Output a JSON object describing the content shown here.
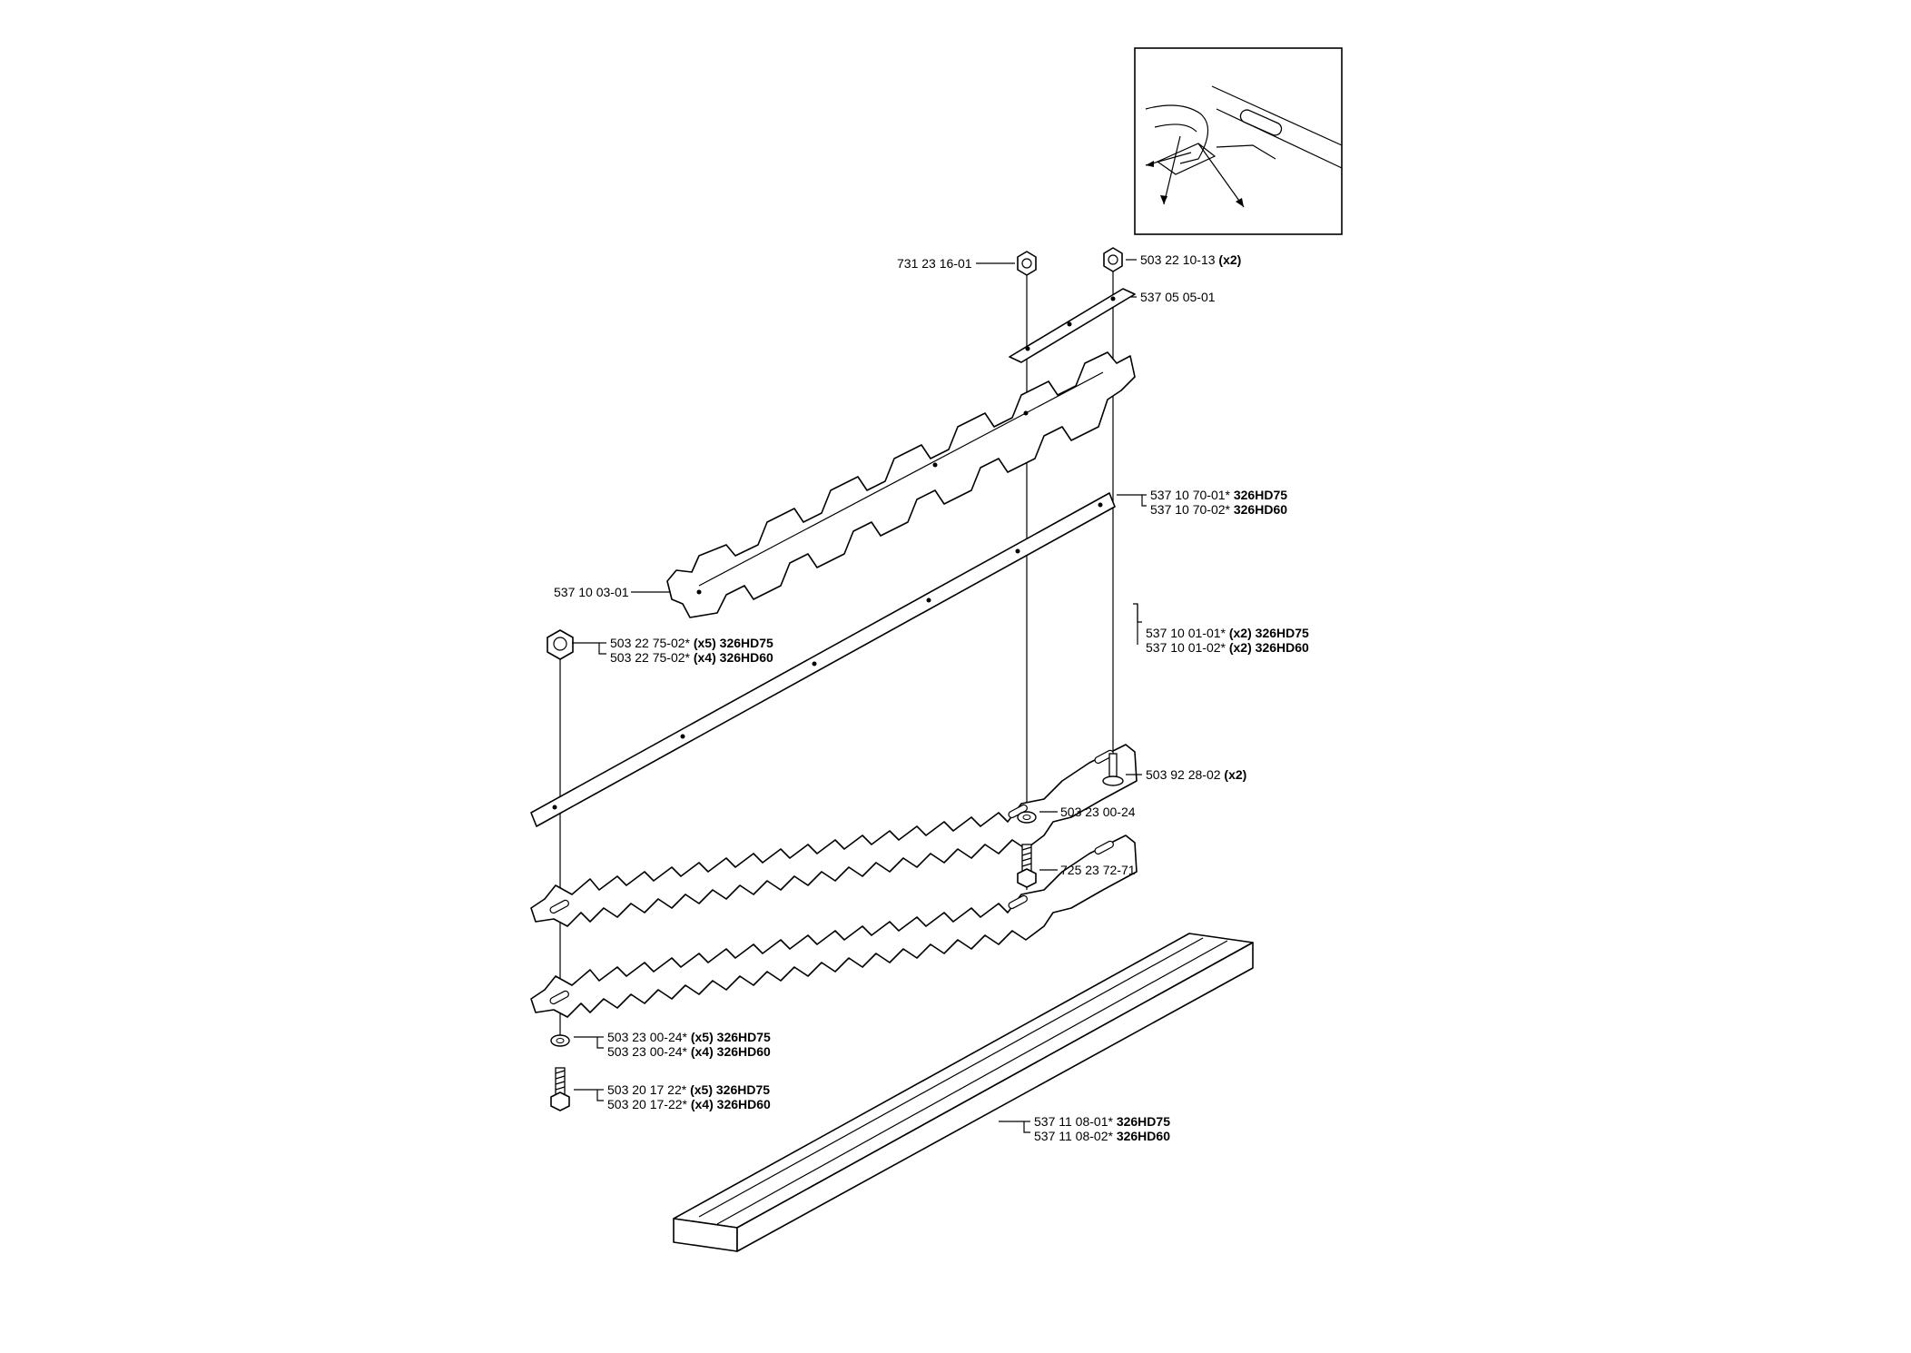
{
  "callouts": [
    {
      "id": "nut-top-left",
      "number": "731 23 16-01",
      "suffix": "",
      "model": ""
    },
    {
      "id": "nut-top-right",
      "number": "503 22 10-13",
      "suffix": "(x2)",
      "model": ""
    },
    {
      "id": "plate-small",
      "number": "537 05 05-01",
      "suffix": "",
      "model": ""
    },
    {
      "id": "bar-hd75",
      "number": "537 10 70-01*",
      "suffix": "",
      "model": "326HD75"
    },
    {
      "id": "bar-hd60",
      "number": "537 10 70-02*",
      "suffix": "",
      "model": "326HD60"
    },
    {
      "id": "guard",
      "number": "537 10 03-01",
      "suffix": "",
      "model": ""
    },
    {
      "id": "nut-left-hd75",
      "number": "503 22 75-02*",
      "suffix": "(x5)",
      "model": "326HD75"
    },
    {
      "id": "nut-left-hd60",
      "number": "503 22 75-02*",
      "suffix": "(x4)",
      "model": "326HD60"
    },
    {
      "id": "blade-hd75",
      "number": "537 10 01-01*",
      "suffix": "(x2)",
      "model": "326HD75"
    },
    {
      "id": "blade-hd60",
      "number": "537 10 01-02*",
      "suffix": "(x2)",
      "model": "326HD60"
    },
    {
      "id": "screw-right",
      "number": "503 92 28-02",
      "suffix": "(x2)",
      "model": ""
    },
    {
      "id": "washer-mid",
      "number": "503 23 00-24",
      "suffix": "",
      "model": ""
    },
    {
      "id": "bolt-mid",
      "number": "725 23 72-71",
      "suffix": "",
      "model": ""
    },
    {
      "id": "washer-left-hd75",
      "number": "503 23 00-24*",
      "suffix": "(x5)",
      "model": "326HD75"
    },
    {
      "id": "washer-left-hd60",
      "number": "503 23 00-24*",
      "suffix": "(x4)",
      "model": "326HD60"
    },
    {
      "id": "bolt-left-hd75",
      "number": "503 20 17 22*",
      "suffix": "(x5)",
      "model": "326HD75"
    },
    {
      "id": "bolt-left-hd60",
      "number": "503 20 17-22*",
      "suffix": "(x4)",
      "model": "326HD60"
    },
    {
      "id": "cover-hd75",
      "number": "537 11 08-01*",
      "suffix": "",
      "model": "326HD75"
    },
    {
      "id": "cover-hd60",
      "number": "537 11 08-02*",
      "suffix": "",
      "model": "326HD60"
    }
  ]
}
